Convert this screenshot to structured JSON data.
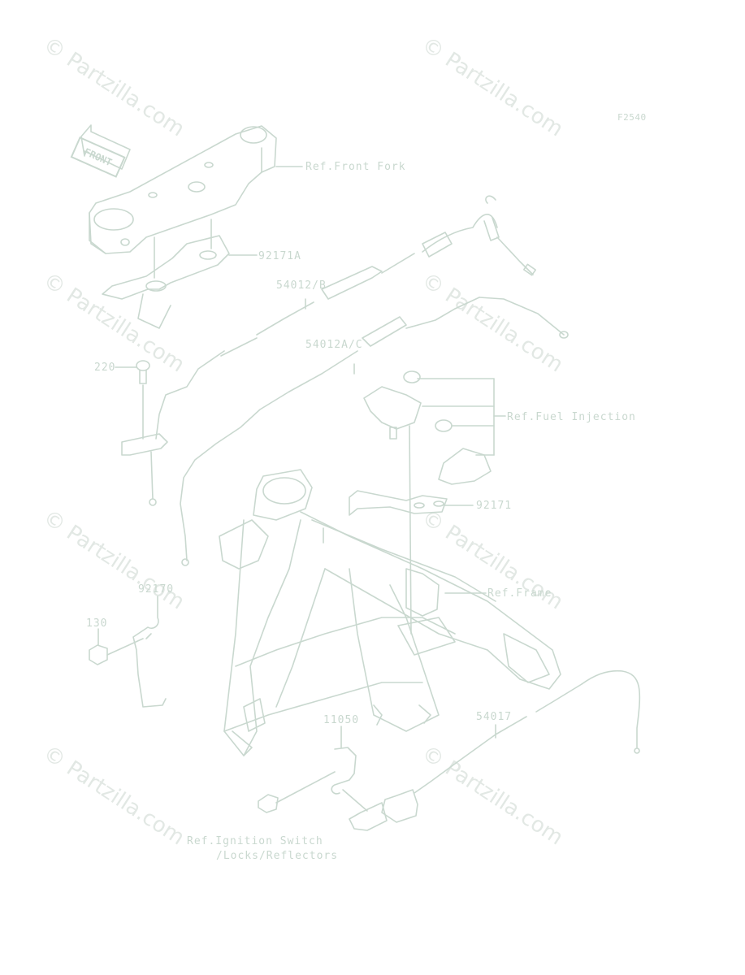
{
  "diagram_code": "F2540",
  "front_marker": "FRONT",
  "watermark": "© Partzilla.com",
  "labels": {
    "ref_front_fork": "Ref.Front Fork",
    "p92171A": "92171A",
    "p54012B": "54012/B",
    "p54012AC": "54012A/C",
    "p220": "220",
    "ref_fuel_injection": "Ref.Fuel Injection",
    "p92171": "92171",
    "ref_frame": "Ref.Frame",
    "p92170": "92170",
    "p130": "130",
    "p11050": "11050",
    "p54017": "54017",
    "ref_ignition_1": "Ref.Ignition Switch",
    "ref_ignition_2": "/Locks/Reflectors"
  },
  "colors": {
    "line": "#c9d8cf",
    "watermark": "#e2e8e4",
    "background": "#ffffff"
  }
}
